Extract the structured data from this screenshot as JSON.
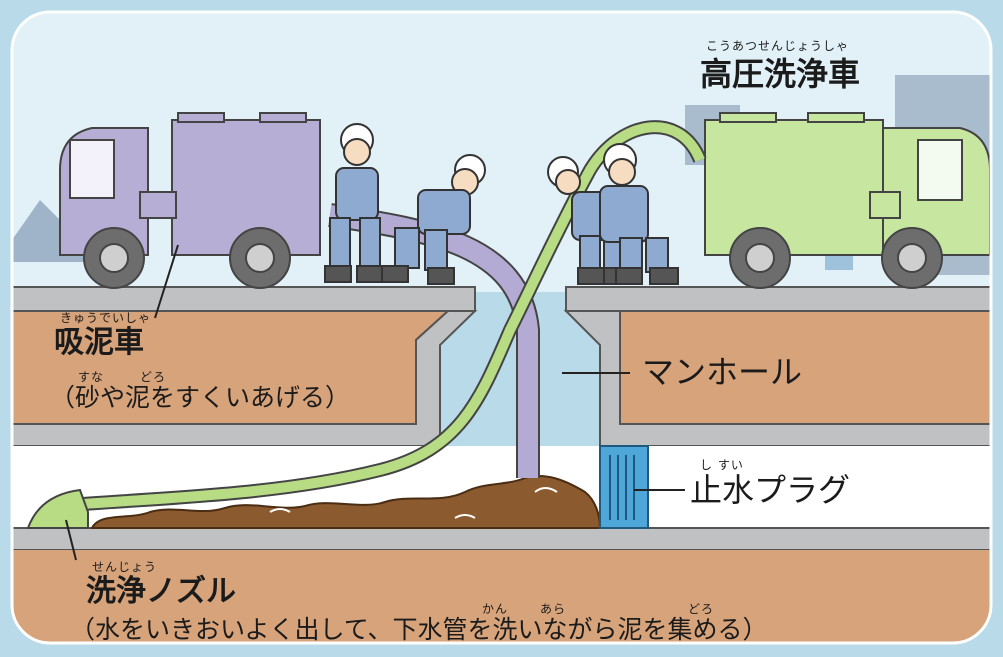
{
  "colors": {
    "frame": "#b9dbe9",
    "sky": "#e2f1f8",
    "road": "#bfc1c3",
    "soil": "#d7a37a",
    "sludge": "#8b5a2e",
    "vacuum_truck": "#b7aed6",
    "vacuum_hose": "#b3abd3",
    "jet_truck": "#c7e7a0",
    "jet_hose": "#b7dc84",
    "worker_suit": "#8faad1",
    "water_plug": "#4ea7d8"
  },
  "labels": {
    "jet_truck": {
      "ruby": "こうあつせんじょうしゃ",
      "title": "高圧洗浄車"
    },
    "vacuum_truck": {
      "ruby": "きゅうでいしゃ",
      "title": "吸泥車",
      "desc_ruby_1": "すな",
      "desc_ruby_2": "どろ",
      "desc": "（砂や泥をすくいあげる）"
    },
    "manhole": "マンホール",
    "water_plug": {
      "ruby": "し すい",
      "title": "止水プラグ"
    },
    "nozzle": {
      "ruby": "せんじょう",
      "title": "洗浄ノズル",
      "desc_ruby_1": "かん",
      "desc_ruby_2": "あら",
      "desc_ruby_3": "どろ",
      "desc": "（水をいきおいよく出して、下水管を洗いながら泥を集める）"
    }
  },
  "icons": {
    "vacuum_truck": "vacuum-truck-icon",
    "jet_truck": "high-pressure-truck-icon",
    "workers": "worker-icon",
    "nozzle": "nozzle-icon",
    "plug": "water-plug-icon"
  }
}
